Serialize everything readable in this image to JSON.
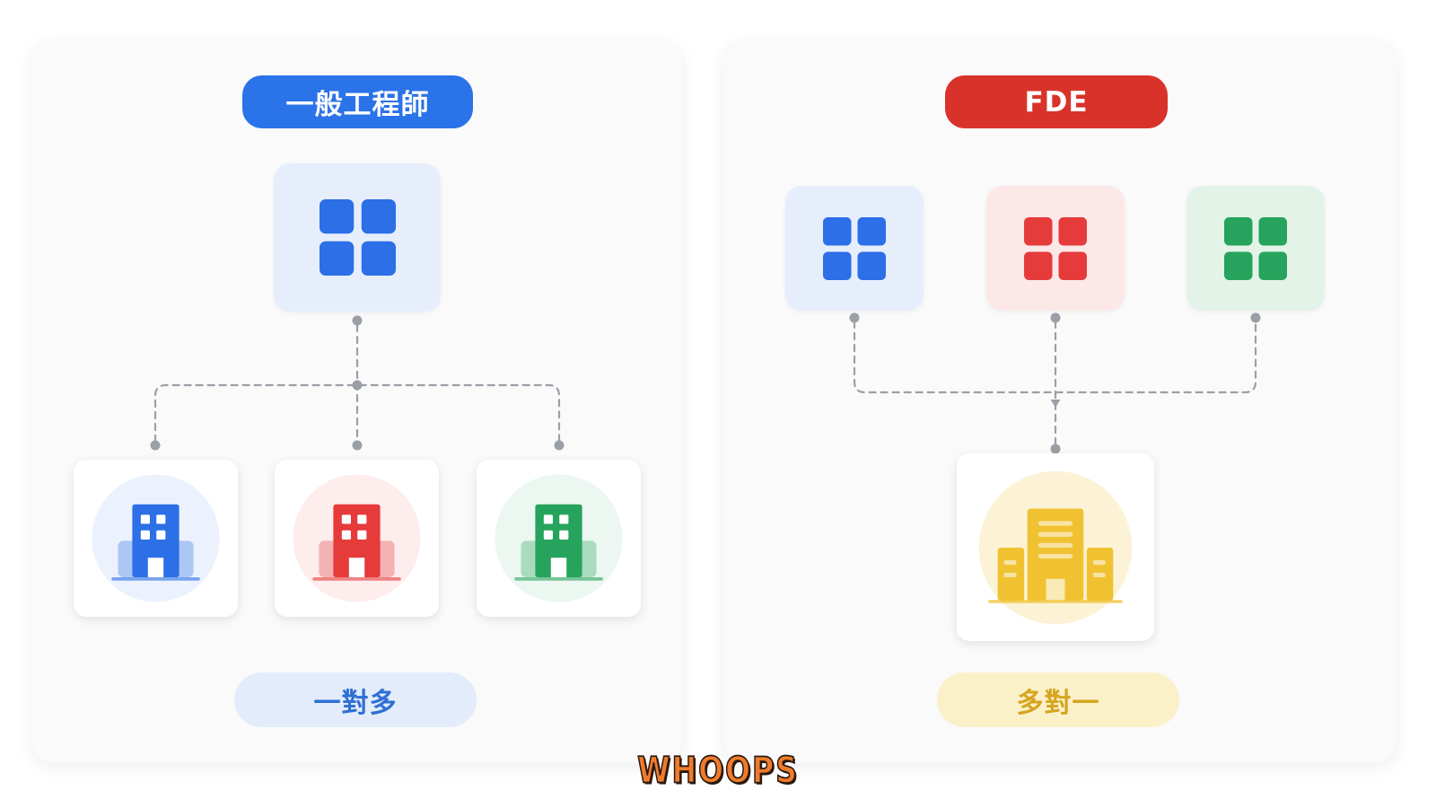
{
  "left_panel": {
    "title": "一般工程師",
    "title_color": "#2a73e8",
    "top_node": {
      "icon": "grid-icon",
      "color": "#2c6fe6",
      "bg": "#e6eefc"
    },
    "bottom_nodes": [
      {
        "icon": "building-icon",
        "color": "#2c6fe6"
      },
      {
        "icon": "building-icon",
        "color": "#e53b3b"
      },
      {
        "icon": "building-icon",
        "color": "#26a35c"
      }
    ],
    "relation_label": "一對多",
    "relation_color": "#2f6fd4",
    "relation_bg": "#e2ecfb"
  },
  "right_panel": {
    "title": "FDE",
    "title_color": "#d9322a",
    "top_nodes": [
      {
        "icon": "grid-icon",
        "color": "#2c6fe6",
        "bg": "#e6eefc"
      },
      {
        "icon": "grid-icon",
        "color": "#e53b3b",
        "bg": "#fce8e7"
      },
      {
        "icon": "grid-icon",
        "color": "#26a35c",
        "bg": "#e3f3e8"
      }
    ],
    "bottom_node": {
      "icon": "office-buildings-icon",
      "color": "#f0c232"
    },
    "relation_label": "多對一",
    "relation_color": "#d6a520",
    "relation_bg": "#fbf1c9"
  },
  "connector_color": "#9aa0a6",
  "logo": {
    "text": "WHOOPS"
  }
}
